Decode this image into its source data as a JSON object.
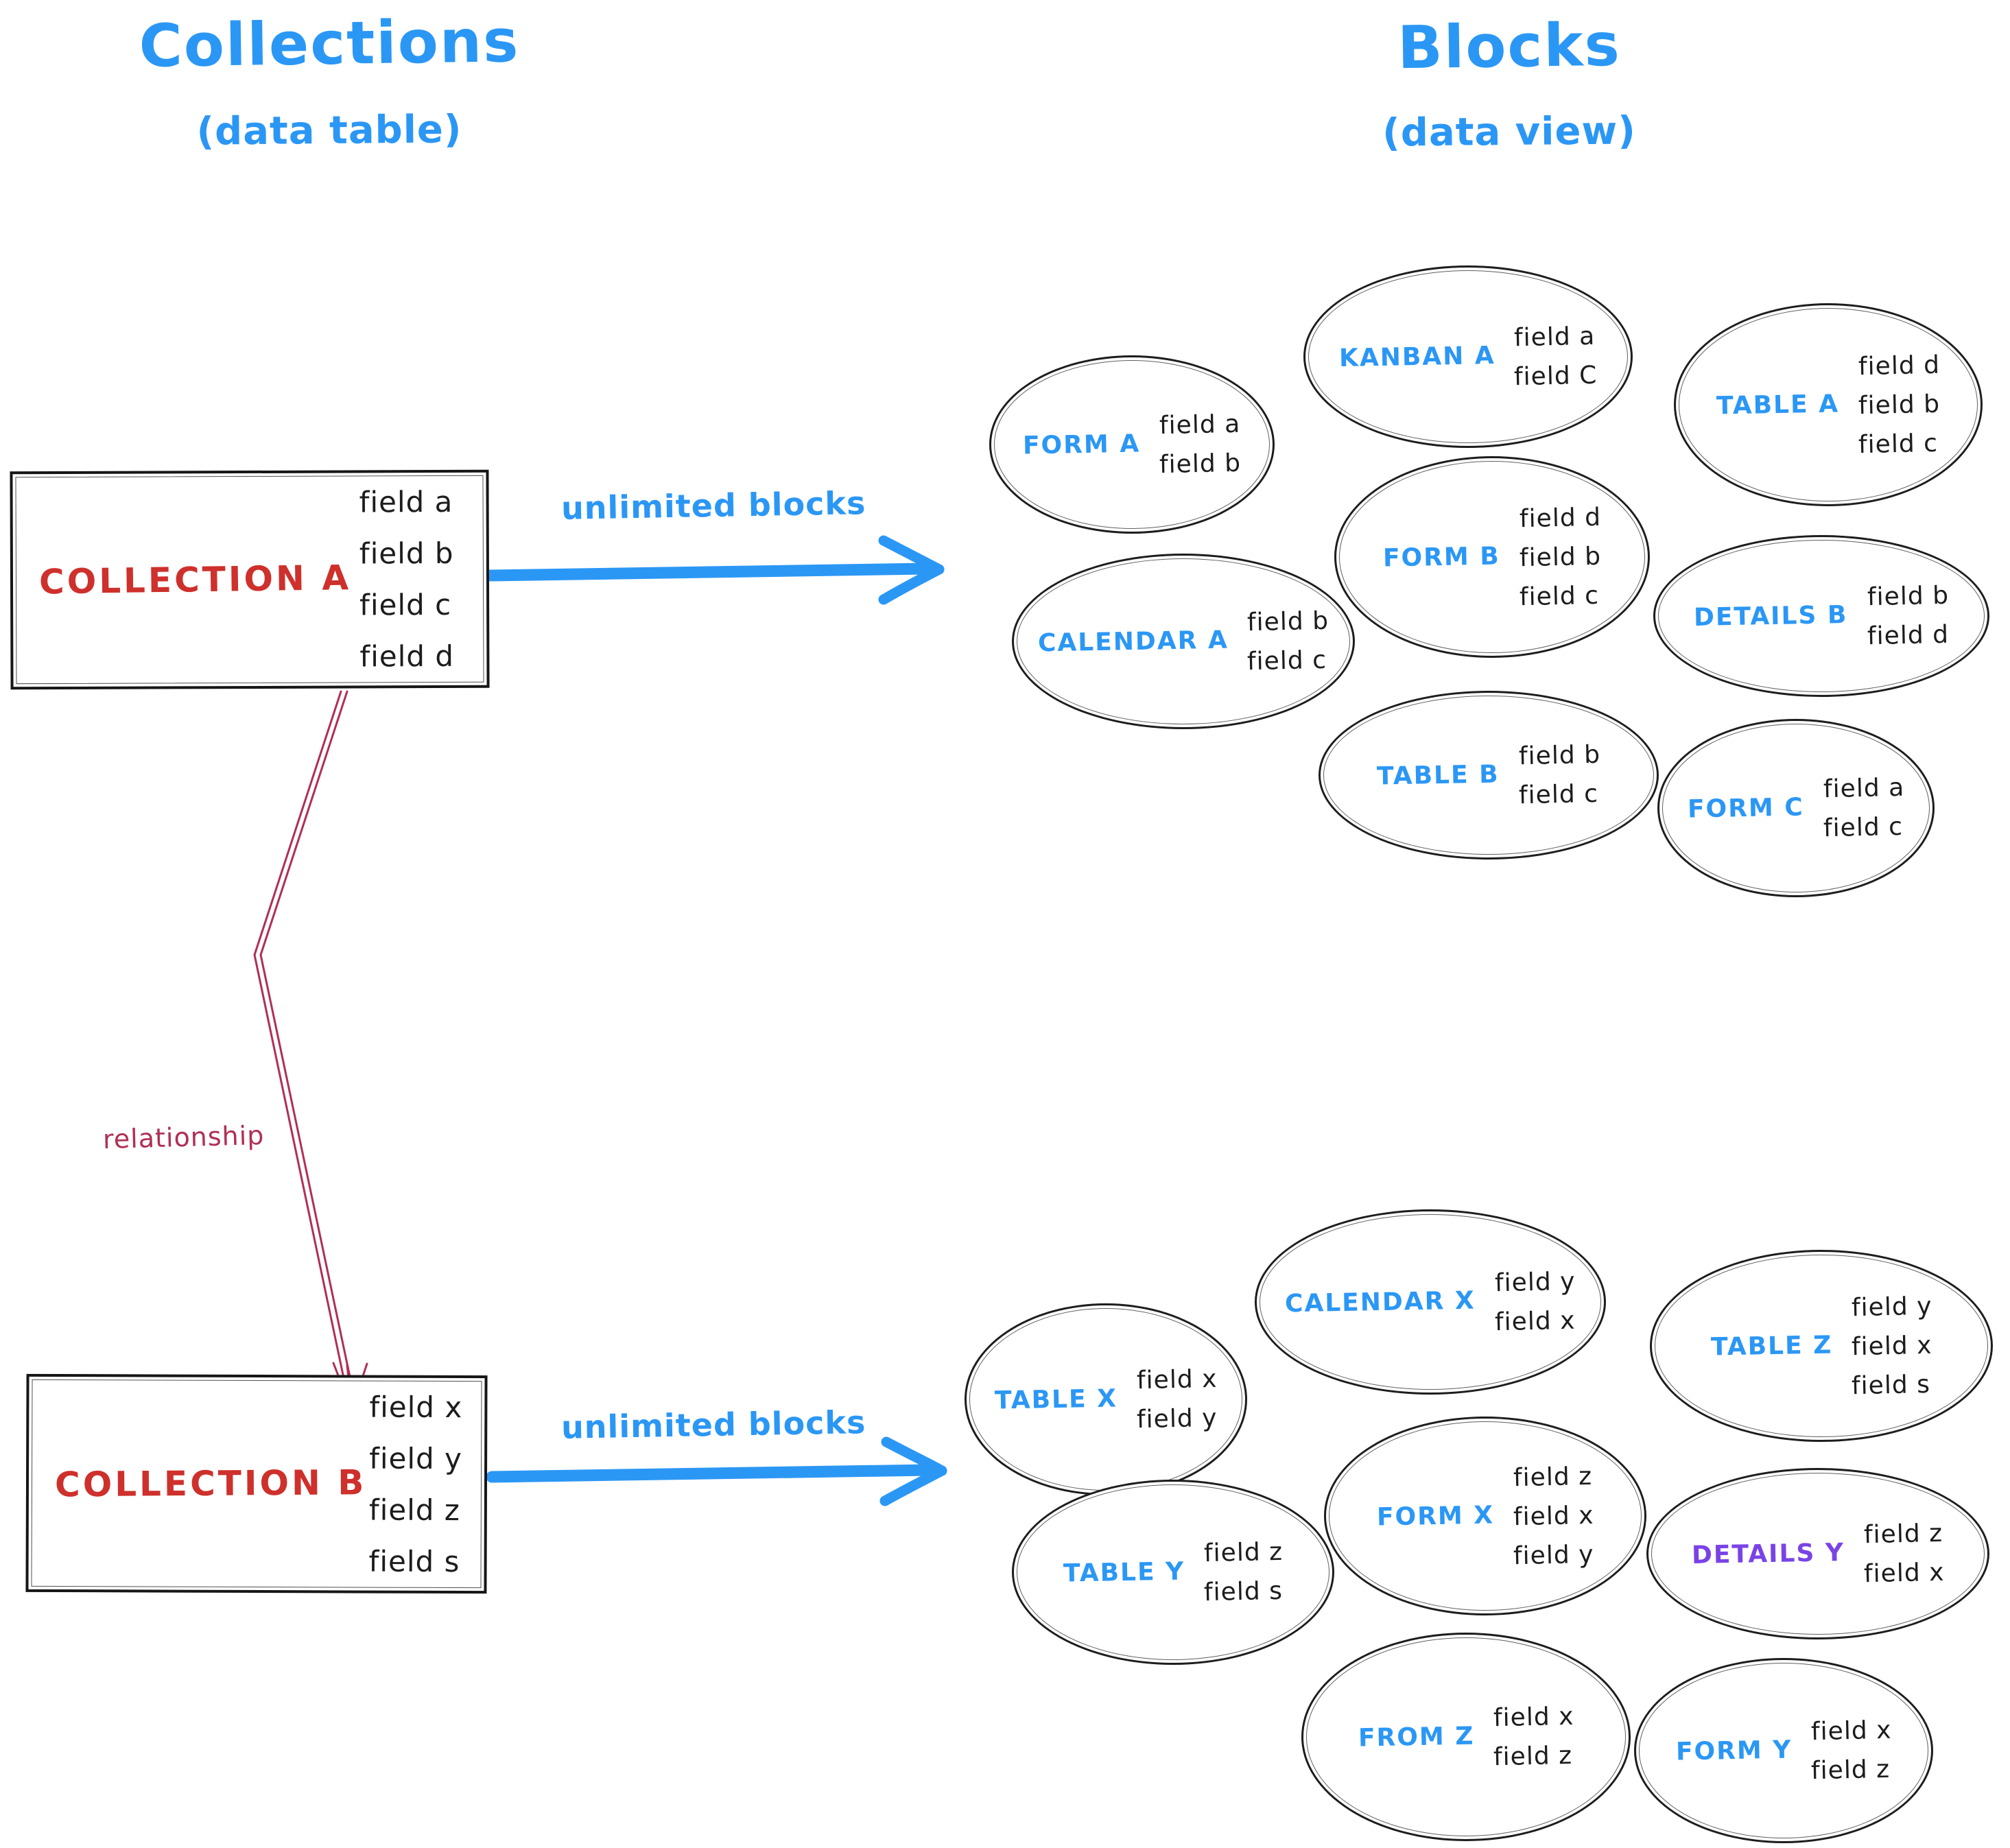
{
  "colors": {
    "blue": "#2b97f5",
    "red": "#ce302c",
    "purple": "#7a43e6",
    "crimson": "#b02f55",
    "ink": "#1c1c1c"
  },
  "left": {
    "title": "Collections",
    "subtitle": "(data table)",
    "relationship_label": "relationship",
    "collection_a": {
      "name": "COLLECTION A",
      "fields": [
        "field a",
        "field b",
        "field c",
        "field d"
      ]
    },
    "collection_b": {
      "name": "COLLECTION B",
      "fields": [
        "field x",
        "field y",
        "field z",
        "field s"
      ]
    }
  },
  "right": {
    "title": "Blocks",
    "subtitle": "(data view)"
  },
  "arrows": {
    "collection_a_label": "unlimited blocks",
    "collection_b_label": "unlimited blocks"
  },
  "blocks_a": [
    {
      "type_label": "FORM A",
      "fields": [
        "field a",
        "field b"
      ]
    },
    {
      "type_label": "KANBAN A",
      "fields": [
        "field a",
        "field C"
      ]
    },
    {
      "type_label": "TABLE A",
      "fields": [
        "field d",
        "field b",
        "field c"
      ]
    },
    {
      "type_label": "CALENDAR A",
      "fields": [
        "field b",
        "field c"
      ]
    },
    {
      "type_label": "FORM B",
      "fields": [
        "field d",
        "field b",
        "field c"
      ]
    },
    {
      "type_label": "DETAILS B",
      "fields": [
        "field b",
        "field d"
      ]
    },
    {
      "type_label": "TABLE B",
      "fields": [
        "field b",
        "field c"
      ]
    },
    {
      "type_label": "FORM C",
      "fields": [
        "field a",
        "field c"
      ]
    }
  ],
  "blocks_b": [
    {
      "type_label": "TABLE X",
      "fields": [
        "field x",
        "field y"
      ]
    },
    {
      "type_label": "CALENDAR X",
      "fields": [
        "field y",
        "field x"
      ]
    },
    {
      "type_label": "TABLE Z",
      "fields": [
        "field y",
        "field x",
        "field s"
      ]
    },
    {
      "type_label": "TABLE Y",
      "fields": [
        "field z",
        "field s"
      ]
    },
    {
      "type_label": "FORM X",
      "fields": [
        "field z",
        "field x",
        "field y"
      ]
    },
    {
      "type_label": "DETAILS Y",
      "fields": [
        "field z",
        "field x"
      ]
    },
    {
      "type_label": "FROM Z",
      "fields": [
        "field x",
        "field z"
      ]
    },
    {
      "type_label": "FORM Y",
      "fields": [
        "field x",
        "field z"
      ]
    }
  ]
}
